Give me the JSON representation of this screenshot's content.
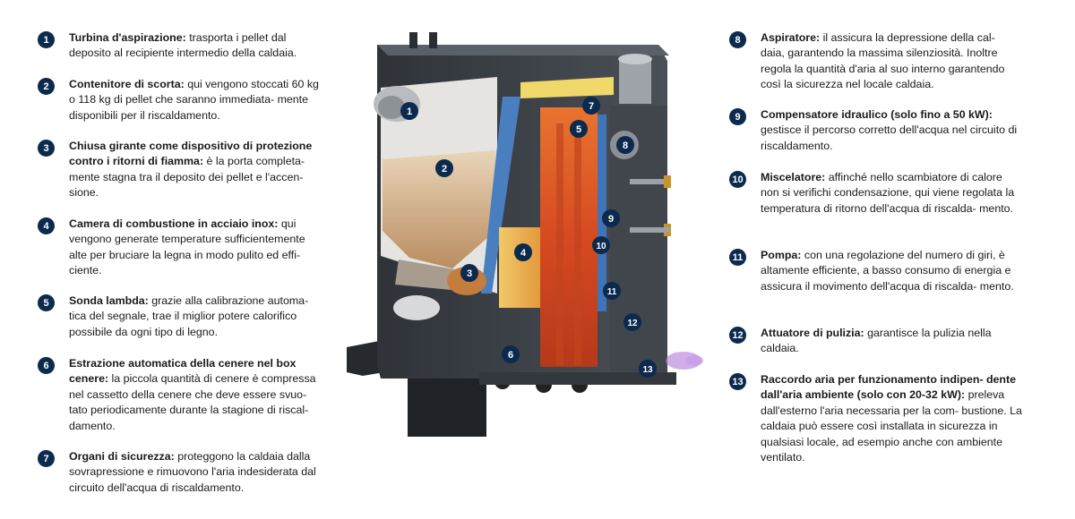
{
  "items": [
    {
      "n": "1",
      "title": "Turbina d'aspirazione:",
      "text": "trasporta i pellet dal deposito al recipiente intermedio della caldaia."
    },
    {
      "n": "2",
      "title": "Contenitore di scorta:",
      "text": "qui vengono stoccati 60 kg o 118 kg di pellet che saranno immediata- mente disponibili per il riscaldamento."
    },
    {
      "n": "3",
      "title": "Chiusa girante come dispositivo di protezione contro i ritorni di fiamma:",
      "text": "è la porta completa- mente stagna tra il deposito dei pellet e l'accen- sione."
    },
    {
      "n": "4",
      "title": "Camera di combustione in acciaio inox:",
      "text": "qui vengono generate temperature sufficientemente alte per bruciare la legna in modo pulito ed effi- ciente."
    },
    {
      "n": "5",
      "title": "Sonda lambda:",
      "text": "grazie alla calibrazione automa- tica del segnale, trae il miglior potere calorifico possibile da ogni tipo di legno."
    },
    {
      "n": "6",
      "title": "Estrazione automatica della cenere nel box cenere:",
      "text": "la piccola quantità di cenere è compressa nel cassetto della cenere che deve essere svuo- tato periodicamente durante la stagione di riscal- damento."
    },
    {
      "n": "7",
      "title": "Organi di sicurezza:",
      "text": "proteggono la caldaia dalla sovrapressione e rimuovono l'aria indesiderata dal circuito dell'acqua di riscaldamento."
    },
    {
      "n": "8",
      "title": "Aspiratore:",
      "text": "il assicura la depressione della cal- daia, garantendo la massima silenziosità. Inoltre regola la quantità d'aria al suo interno garantendo così la sicurezza nel locale caldaia."
    },
    {
      "n": "9",
      "title": "Compensatore idraulico (solo fino a 50 kW):",
      "text": "gestisce il percorso corretto dell'acqua nel circuito di riscaldamento."
    },
    {
      "n": "10",
      "title": "Miscelatore:",
      "text": "affinché nello scambiatore di calore non si verifichi condensazione, qui viene regolata la temperatura di ritorno dell'acqua di riscalda- mento."
    },
    {
      "n": "11",
      "title": "Pompa:",
      "text": "con una regolazione del numero di giri, è altamente efficiente, a basso consumo di energia e assicura il movimento dell'acqua di riscalda- mento."
    },
    {
      "n": "12",
      "title": "Attuatore di pulizia:",
      "text": "garantisce la pulizia nella caldaia."
    },
    {
      "n": "13",
      "title": "Raccordo aria per funzionamento indipen- dente dall'aria ambiente (solo con 20-32 kW):",
      "text": "preleva dall'esterno l'aria necessaria per la com- bustione. La caldaia può essere così installata in sicurezza in qualsiasi locale, ad esempio anche con ambiente ventilato."
    }
  ],
  "callouts": [
    "1",
    "2",
    "3",
    "4",
    "5",
    "6",
    "7",
    "8",
    "9",
    "10",
    "11",
    "12",
    "13"
  ],
  "colors": {
    "badge": "#0b2a4e",
    "flame": "#e0562a",
    "casing": "#3d4248",
    "pellet": "#c9a27a"
  }
}
